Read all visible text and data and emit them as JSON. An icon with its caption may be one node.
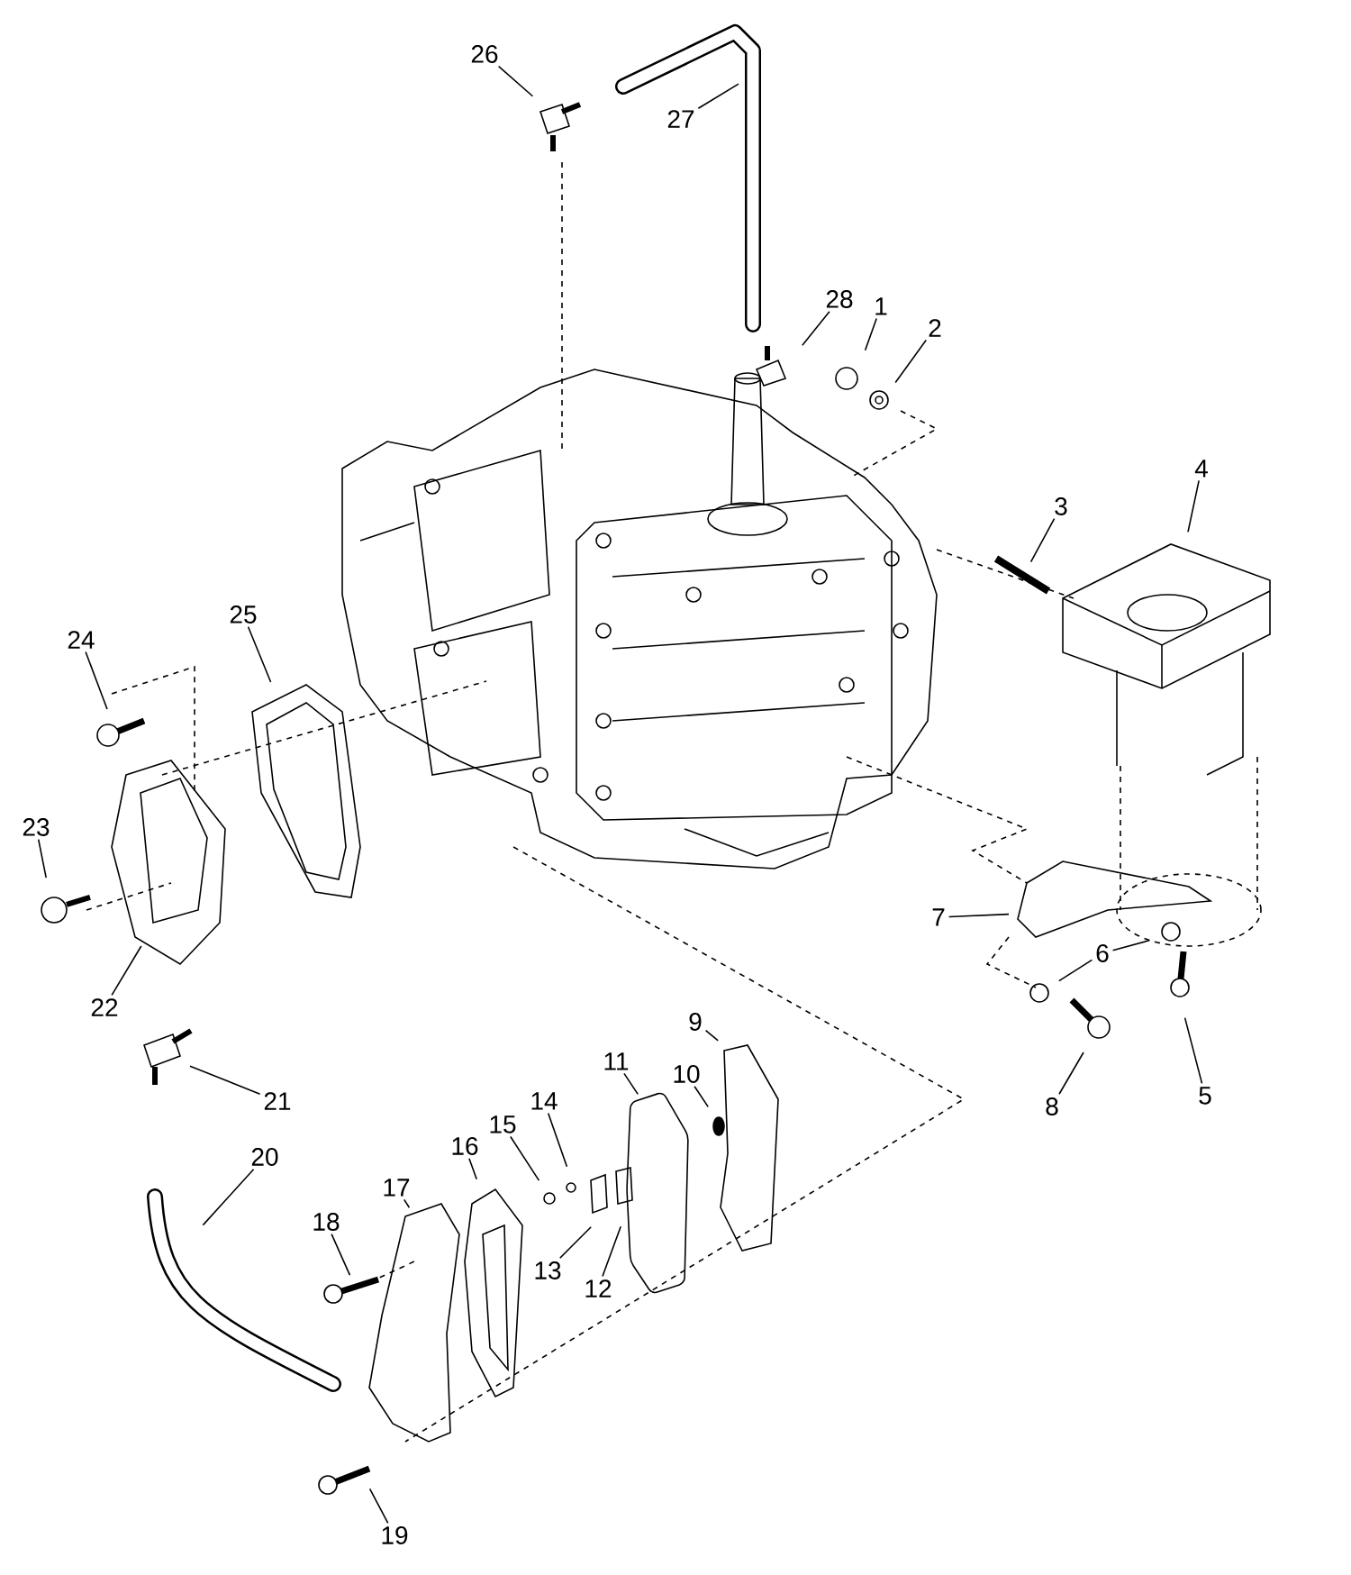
{
  "diagram": {
    "nodes": [
      {
        "text": [
          "1"
        ]
      },
      {
        "text": [
          "2"
        ]
      },
      {
        "text": [
          "3"
        ]
      },
      {
        "text": [
          "4"
        ]
      },
      {
        "text": [
          "5"
        ]
      },
      {
        "text": [
          "6"
        ]
      },
      {
        "text": [
          "7"
        ]
      },
      {
        "text": [
          "8"
        ]
      },
      {
        "text": [
          "9"
        ]
      },
      {
        "text": [
          "10"
        ]
      },
      {
        "text": [
          "11"
        ]
      },
      {
        "text": [
          "12"
        ]
      },
      {
        "text": [
          "13"
        ]
      },
      {
        "text": [
          "14"
        ]
      },
      {
        "text": [
          "15"
        ]
      },
      {
        "text": [
          "16"
        ]
      },
      {
        "text": [
          "17"
        ]
      },
      {
        "text": [
          "18"
        ]
      },
      {
        "text": [
          "19"
        ]
      },
      {
        "text": [
          "20"
        ]
      },
      {
        "text": [
          "21"
        ]
      },
      {
        "text": [
          "22"
        ]
      },
      {
        "text": [
          "23"
        ]
      },
      {
        "text": [
          "24"
        ]
      },
      {
        "text": [
          "25"
        ]
      },
      {
        "text": [
          "26"
        ]
      },
      {
        "text": [
          "27"
        ]
      },
      {
        "text": [
          "28"
        ]
      }
    ],
    "edges": [
      {
        "from": 0,
        "to": null,
        "arrow": "none"
      },
      {
        "from": 1,
        "to": null,
        "arrow": "none"
      },
      {
        "from": 2,
        "to": null,
        "arrow": "none"
      },
      {
        "from": 3,
        "to": null,
        "arrow": "none"
      },
      {
        "from": 4,
        "to": null,
        "arrow": "none"
      },
      {
        "from": 5,
        "to": null,
        "arrow": "none"
      },
      {
        "from": 5,
        "to": null,
        "arrow": "none"
      },
      {
        "from": 6,
        "to": null,
        "arrow": "none"
      },
      {
        "from": 7,
        "to": null,
        "arrow": "none"
      },
      {
        "from": 8,
        "to": null,
        "arrow": "none"
      },
      {
        "from": 9,
        "to": null,
        "arrow": "none"
      },
      {
        "from": 10,
        "to": null,
        "arrow": "none"
      },
      {
        "from": 11,
        "to": null,
        "arrow": "none"
      },
      {
        "from": 12,
        "to": null,
        "arrow": "none"
      },
      {
        "from": 13,
        "to": null,
        "arrow": "none"
      },
      {
        "from": 14,
        "to": null,
        "arrow": "none"
      },
      {
        "from": 15,
        "to": null,
        "arrow": "none"
      },
      {
        "from": 16,
        "to": null,
        "arrow": "none"
      },
      {
        "from": 17,
        "to": null,
        "arrow": "none"
      },
      {
        "from": 18,
        "to": null,
        "arrow": "none"
      },
      {
        "from": 19,
        "to": null,
        "arrow": "none"
      },
      {
        "from": 20,
        "to": null,
        "arrow": "none"
      },
      {
        "from": 21,
        "to": null,
        "arrow": "none"
      },
      {
        "from": 22,
        "to": null,
        "arrow": "none"
      },
      {
        "from": 23,
        "to": null,
        "arrow": "none"
      },
      {
        "from": 24,
        "to": null,
        "arrow": "none"
      },
      {
        "from": 25,
        "to": null,
        "arrow": "none"
      },
      {
        "from": 26,
        "to": null,
        "arrow": "none"
      },
      {
        "from": 27,
        "to": null,
        "arrow": "none"
      }
    ]
  }
}
